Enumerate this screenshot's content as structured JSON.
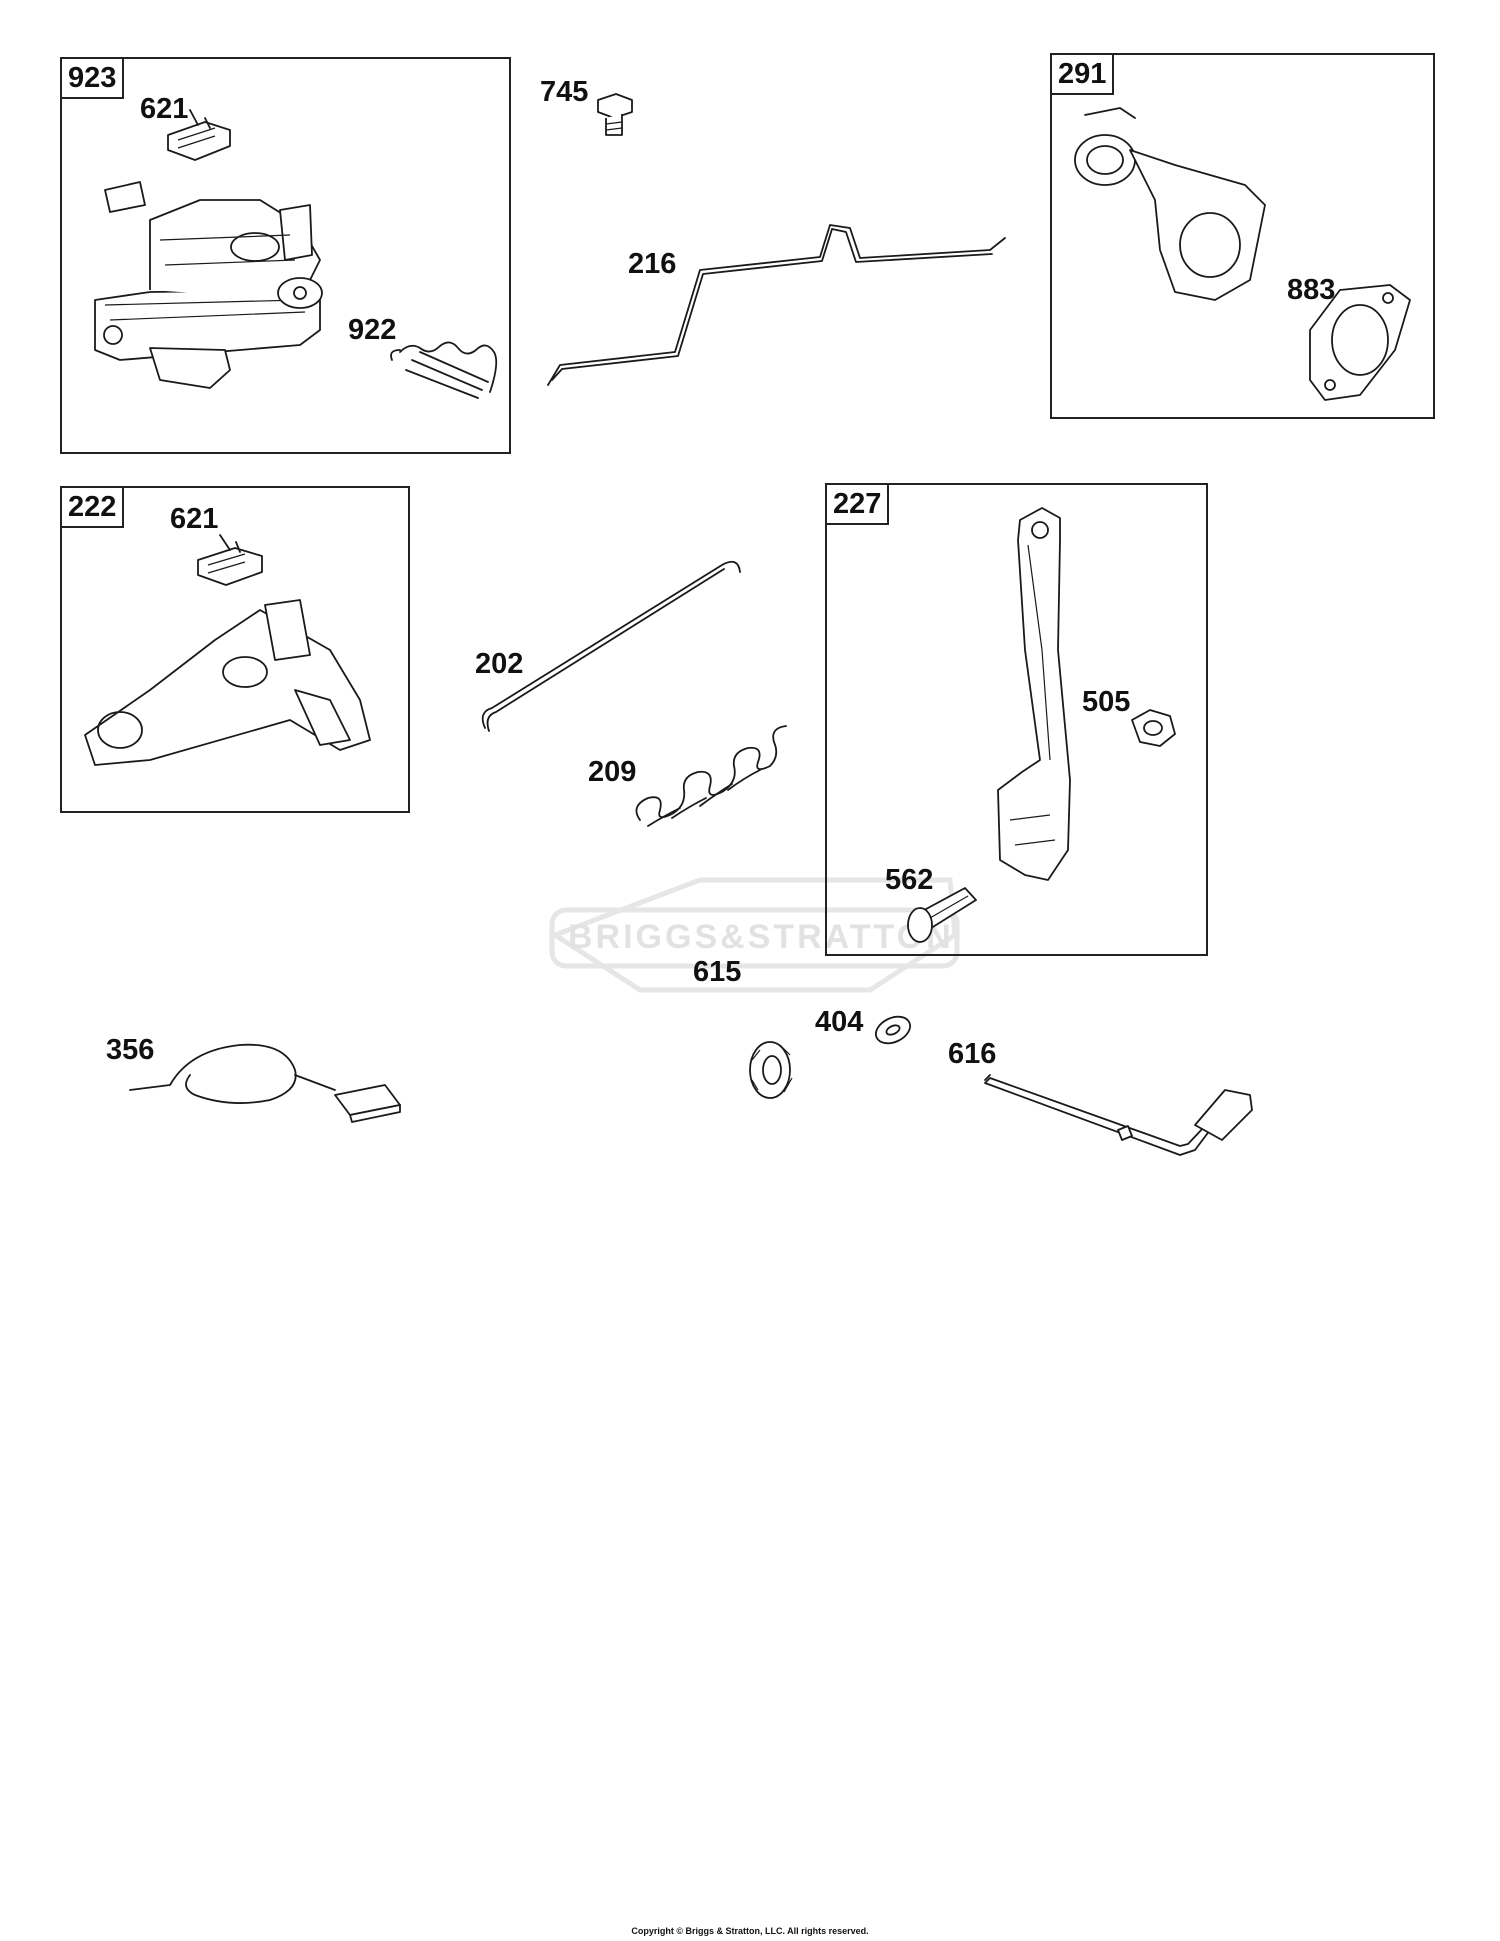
{
  "parts": {
    "p923": "923",
    "p621a": "621",
    "p922": "922",
    "p745": "745",
    "p216": "216",
    "p291": "291",
    "p883": "883",
    "p222": "222",
    "p621b": "621",
    "p202": "202",
    "p209": "209",
    "p227": "227",
    "p505": "505",
    "p562": "562",
    "p615": "615",
    "p404": "404",
    "p356": "356",
    "p616": "616"
  },
  "watermark": "BRIGGS&STRATTON",
  "copyright": "Copyright © Briggs & Stratton, LLC. All rights reserved."
}
